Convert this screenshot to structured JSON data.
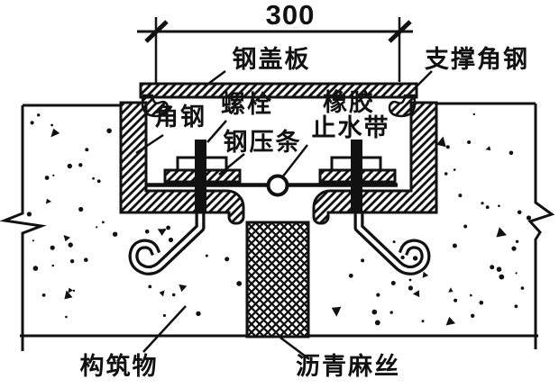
{
  "diagram": {
    "type": "construction-detail-section",
    "dimension_top": "300",
    "labels": {
      "cover_plate": "钢盖板",
      "support_angle": "支撑角钢",
      "angle_steel": "角钢",
      "bolt": "螺栓",
      "pressure_strip": "钢压条",
      "rubber_waterstop_line1": "橡胶",
      "rubber_waterstop_line2": "止水带",
      "structure": "构筑物",
      "asphalt_oakum": "沥青麻丝"
    },
    "colors": {
      "ink": "#111111",
      "paper": "#ffffff"
    }
  }
}
